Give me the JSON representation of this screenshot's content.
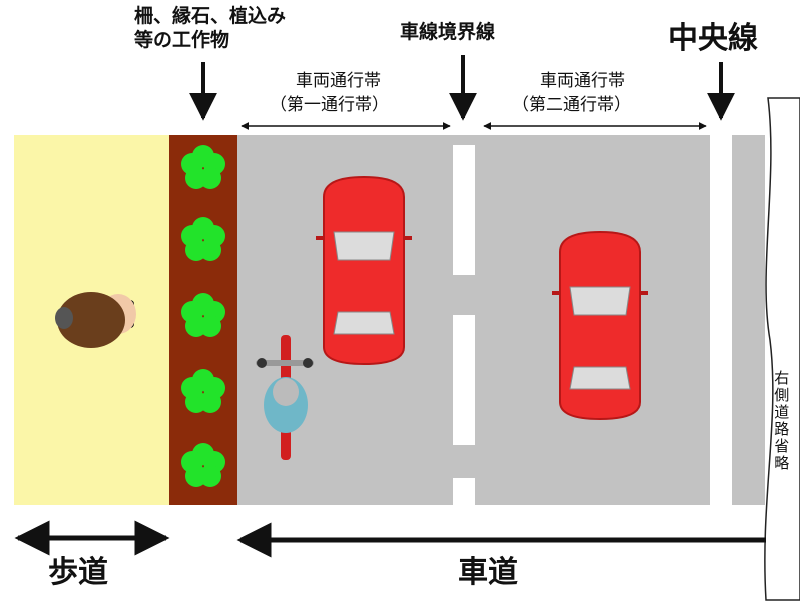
{
  "top_labels": {
    "barrier_line1": "柵、縁石、植込み",
    "barrier_line2": "等の工作物",
    "lane_boundary": "車線境界線",
    "center_line": "中央線"
  },
  "lanes": {
    "first_title": "車両通行帯",
    "first_sub": "（第一通行帯）",
    "second_title": "車両通行帯",
    "second_sub": "（第二通行帯）"
  },
  "side_note": "右側道路省略",
  "bottom_labels": {
    "sidewalk": "歩道",
    "roadway": "車道"
  },
  "colors": {
    "sidewalk": "#fbf6a8",
    "planter": "#8b2b0a",
    "shrub": "#22e32a",
    "road": "#c2c2c2",
    "car": "#ee2b2b",
    "marking": "#ffffff"
  }
}
